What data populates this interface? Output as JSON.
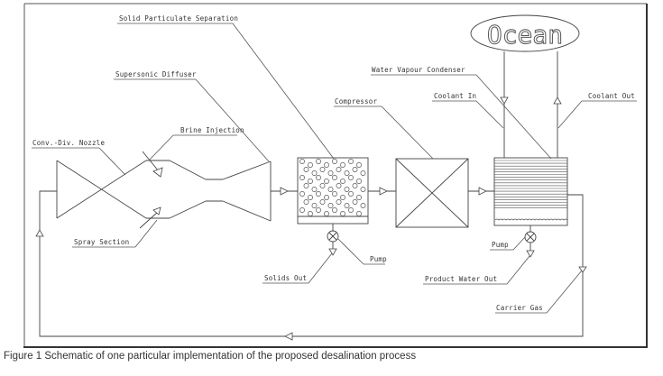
{
  "figure": {
    "caption": "Figure 1 Schematic of one particular implementation of the proposed desalination process"
  },
  "source": {
    "label": "Ocean"
  },
  "labels": {
    "solid_particulate_separation": "Solid Particulate Separation",
    "supersonic_diffuser": "Supersonic Diffuser",
    "brine_injection": "Brine Injection",
    "conv_div_nozzle": "Conv.-Div. Nozzle",
    "spray_section": "Spray Section",
    "solids_out": "Solids Out",
    "pump_separator": "Pump",
    "compressor": "Compressor",
    "water_vapour_condenser": "Water Vapour Condenser",
    "coolant_in": "Coolant In",
    "coolant_out": "Coolant Out",
    "pump_condenser": "Pump",
    "product_water_out": "Product Water Out",
    "carrier_gas": "Carrier Gas"
  },
  "colors": {
    "line": "#444444",
    "text": "#333333",
    "background": "#ffffff"
  }
}
